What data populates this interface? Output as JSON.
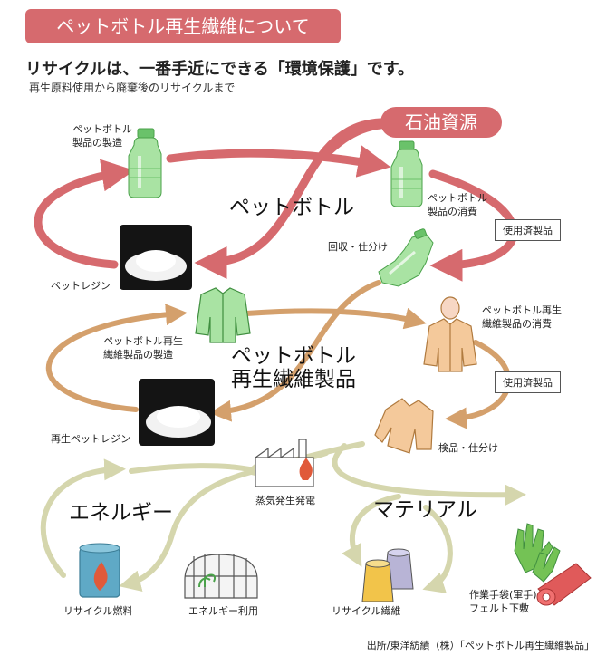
{
  "title": "ペットボトル再生繊維について",
  "headline": "リサイクルは、一番手近にできる「環境保護」です。",
  "subheadline": "再生原料使用から廃棄後のリサイクルまで",
  "oil_resource": "石油資源",
  "cycle_pet_bottle": "ペットボトル",
  "cycle_recycled_fiber": [
    "ペットボトル",
    "再生繊維製品"
  ],
  "energy": "エネルギー",
  "material": "マテリアル",
  "labels": {
    "bottle_manufacture": [
      "ペットボトル",
      "製品の製造"
    ],
    "bottle_consumption": [
      "ペットボトル",
      "製品の消費"
    ],
    "used_product_1": "使用済製品",
    "collection_sorting": "回収・仕分け",
    "pet_resin": "ペットレジン",
    "fiber_consumption": [
      "ペットボトル再生",
      "繊維製品の消費"
    ],
    "fiber_manufacture": [
      "ペットボトル再生",
      "繊維製品の製造"
    ],
    "used_product_2": "使用済製品",
    "recycled_resin": "再生ペットレジン",
    "inspection_sorting": "検品・仕分け",
    "steam_power": "蒸気発生発電",
    "recycled_fuel": "リサイクル燃料",
    "energy_use": "エネルギー利用",
    "recycled_fiber": "リサイクル繊維",
    "work_gloves": [
      "作業手袋(軍手)",
      "フェルト下敷"
    ]
  },
  "source": "出所/東洋紡績（株）「ペットボトル再生繊維製品」",
  "colors": {
    "red_arrow": "#d66a6e",
    "orange_arrow": "#d4a06c",
    "olive_arrow": "#d5d6ad",
    "bottle_green": "#a9e3a3",
    "green_item": "#74c255"
  }
}
